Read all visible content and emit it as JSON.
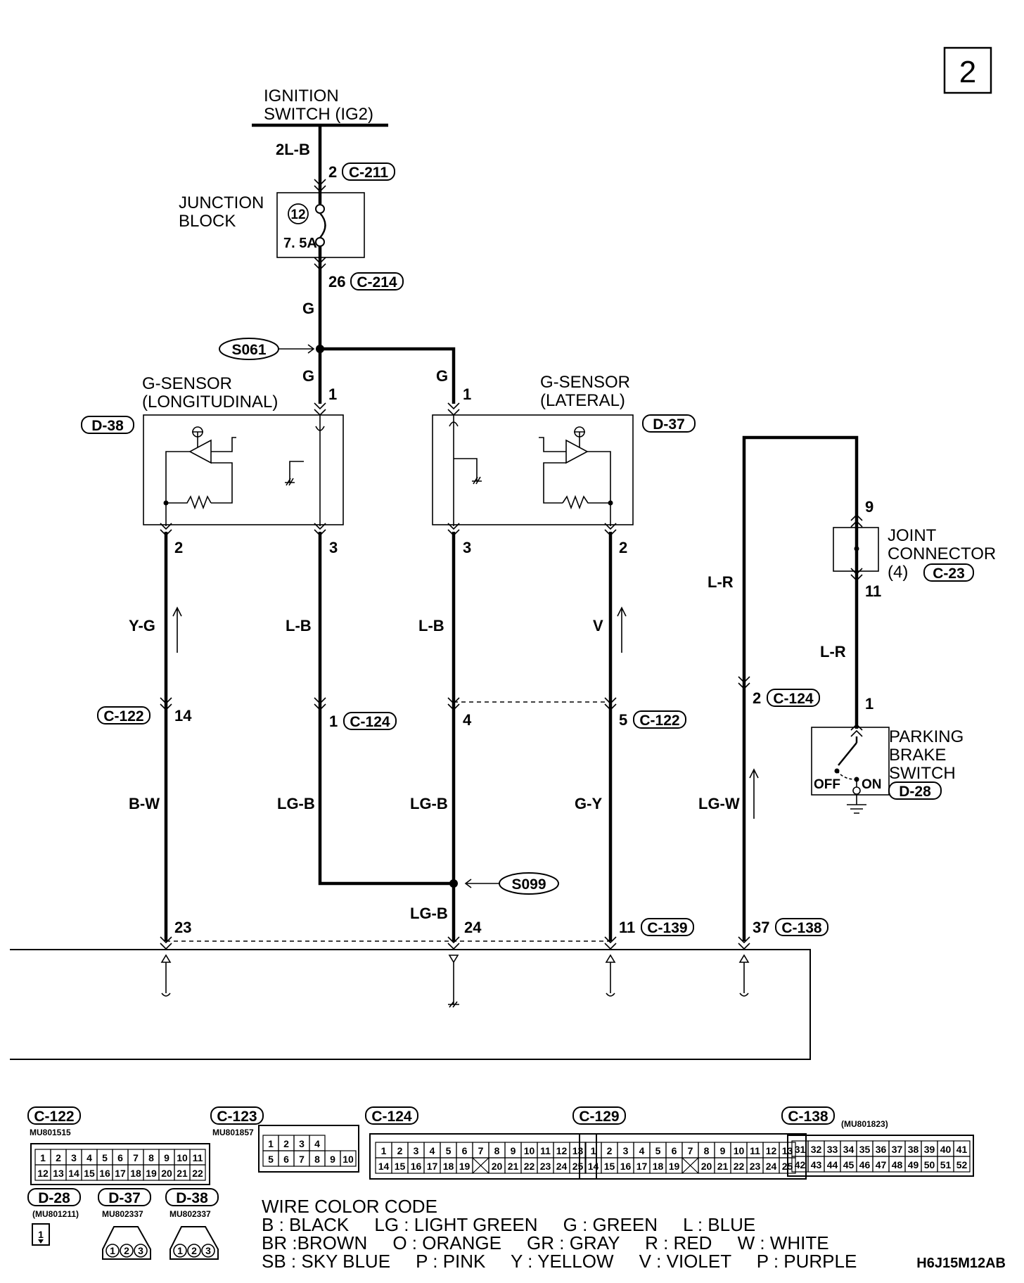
{
  "page_number": "2",
  "figure_code": "H6J15M12AB",
  "ignition_switch": {
    "line1": "IGNITION",
    "line2": "SWITCH (IG2)"
  },
  "junction_block": {
    "line1": "JUNCTION",
    "line2": "BLOCK",
    "fuse_number": "12",
    "fuse_rating": "7. 5A"
  },
  "splices": {
    "s061": "S061",
    "s099": "S099"
  },
  "g_sensor_long": {
    "line1": "G-SENSOR",
    "line2": "(LONGITUDINAL)",
    "connector": "D-38"
  },
  "g_sensor_lat": {
    "line1": "G-SENSOR",
    "line2": "(LATERAL)",
    "connector": "D-37"
  },
  "joint_connector": {
    "line1": "JOINT",
    "line2": "CONNECTOR",
    "line3": "(4)",
    "connector": "C-23"
  },
  "parking_brake": {
    "line1": "PARKING",
    "line2": "BRAKE",
    "line3": "SWITCH",
    "connector": "D-28",
    "off": "OFF",
    "on": "ON"
  },
  "wires": {
    "w_2lb": "2L-B",
    "w_g1": "G",
    "w_g2": "G",
    "w_g3": "G",
    "w_yg": "Y-G",
    "w_lb1": "L-B",
    "w_lb2": "L-B",
    "w_v": "V",
    "w_lr1": "L-R",
    "w_lr2": "L-R",
    "w_bw": "B-W",
    "w_lgb1": "LG-B",
    "w_lgb2": "LG-B",
    "w_gy": "G-Y",
    "w_lgw": "LG-W",
    "w_lgb3": "LG-B"
  },
  "pins": {
    "p_c211": "2",
    "p_c214": "26",
    "p_d38_1": "1",
    "p_d37_1": "1",
    "p_d38_2": "2",
    "p_d38_3": "3",
    "p_d37_3": "3",
    "p_d37_2": "2",
    "p_jc_9": "9",
    "p_jc_11": "11",
    "p_c122_14": "14",
    "p_c124_1": "1",
    "p_mid_4": "4",
    "p_c122_5": "5",
    "p_c124_2": "2",
    "p_pb_1": "1",
    "p_23": "23",
    "p_24": "24",
    "p_c139_11": "11",
    "p_c138_37": "37"
  },
  "connector_tags": {
    "c211": "C-211",
    "c214": "C-214",
    "c122_a": "C-122",
    "c124_a": "C-124",
    "c122_b": "C-122",
    "c124_b": "C-124",
    "c139": "C-139",
    "c138": "C-138"
  },
  "connector_diagrams": {
    "c122": {
      "label": "C-122",
      "part": "MU801515",
      "row1": [
        "1",
        "2",
        "3",
        "4",
        "5",
        "6",
        "7",
        "8",
        "9",
        "10",
        "11"
      ],
      "row2": [
        "12",
        "13",
        "14",
        "15",
        "16",
        "17",
        "18",
        "19",
        "20",
        "21",
        "22"
      ]
    },
    "c123": {
      "label": "C-123",
      "part": "MU801857",
      "row1": [
        "1",
        "2",
        "3",
        "4"
      ],
      "row2": [
        "5",
        "6",
        "7",
        "8",
        "9",
        "10"
      ]
    },
    "c124": {
      "label": "C-124",
      "row1": [
        "1",
        "2",
        "3",
        "4",
        "5",
        "6",
        "7",
        "8",
        "9",
        "10",
        "11",
        "12",
        "13"
      ],
      "row2": [
        "14",
        "15",
        "16",
        "17",
        "18",
        "19",
        "",
        "20",
        "21",
        "22",
        "23",
        "24",
        "25"
      ]
    },
    "c129": {
      "label": "C-129",
      "row1": [
        "1",
        "2",
        "3",
        "4",
        "5",
        "6",
        "7",
        "8",
        "9",
        "10",
        "11",
        "12",
        "13"
      ],
      "row2": [
        "14",
        "15",
        "16",
        "17",
        "18",
        "19",
        "",
        "20",
        "21",
        "22",
        "23",
        "24",
        "25"
      ]
    },
    "c138": {
      "label": "C-138",
      "part": "(MU801823)",
      "row1": [
        "31",
        "32",
        "33",
        "34",
        "35",
        "36",
        "37",
        "38",
        "39",
        "40",
        "41"
      ],
      "row2": [
        "42",
        "43",
        "44",
        "45",
        "46",
        "47",
        "48",
        "49",
        "50",
        "51",
        "52"
      ]
    },
    "d28": {
      "label": "D-28",
      "part": "(MU801211)",
      "pin": "1"
    },
    "d37": {
      "label": "D-37",
      "part": "MU802337",
      "pins": [
        "1",
        "2",
        "3"
      ]
    },
    "d38": {
      "label": "D-38",
      "part": "MU802337",
      "pins": [
        "1",
        "2",
        "3"
      ]
    }
  },
  "wire_color_code": {
    "title": "WIRE COLOR CODE",
    "line1": "B : BLACK     LG : LIGHT GREEN     G : GREEN     L : BLUE",
    "line2": "BR :BROWN     O : ORANGE     GR : GRAY     R : RED     W : WHITE",
    "line3": "SB : SKY BLUE     P : PINK     Y : YELLOW     V : VIOLET     P : PURPLE"
  }
}
